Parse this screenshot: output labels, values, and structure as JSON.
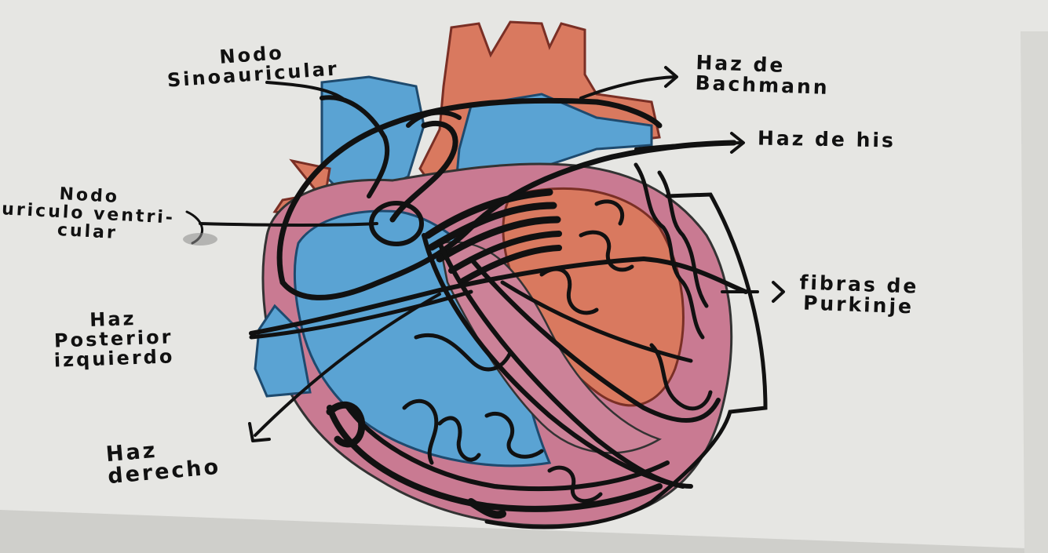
{
  "labels": {
    "nodo_sinoauricular": {
      "line1": "Nodo",
      "line2": "Sinoauricular"
    },
    "nodo_auriculoventricular": {
      "line1": "Nodo",
      "line2": "uriculo ventri-",
      "line3": "cular"
    },
    "haz_bachmann": {
      "line1": "Haz de",
      "line2": "Bachmann"
    },
    "haz_his": {
      "line1": "Haz de his"
    },
    "fibras_purkinje": {
      "line1": "fibras de",
      "line2": "Purkinje"
    },
    "haz_posterior_izquierdo": {
      "line1": "Haz",
      "line2": "Posterior",
      "line3": "izquierdo"
    },
    "haz_derecho": {
      "line1": "Haz",
      "line2": "derecho"
    }
  },
  "colors": {
    "paper": "#e9e9e6",
    "ink": "#111111",
    "artery_red": "#d9795f",
    "vein_blue": "#5aa3d3",
    "muscle_pink": "#c97a92"
  }
}
